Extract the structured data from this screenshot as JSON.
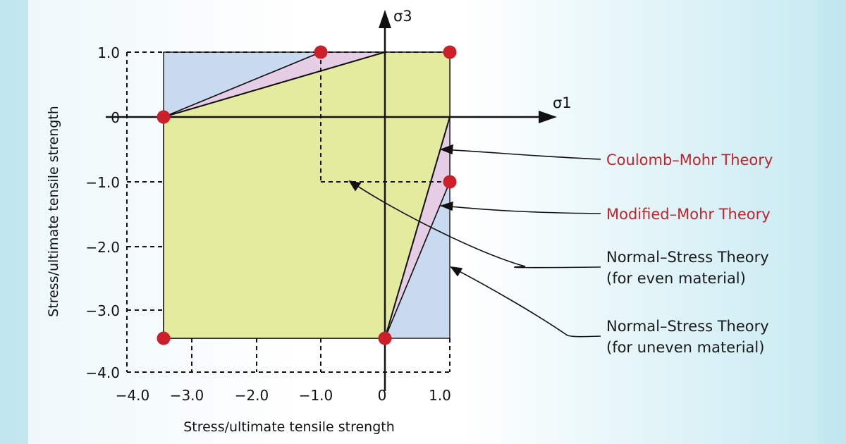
{
  "axes": {
    "x_label": "Stress/ultimate tensile strength",
    "y_label": "Stress/ultimate tensile strength",
    "sigma1_label": "σ1",
    "sigma3_label": "σ3"
  },
  "x_ticks": [
    "−4.0",
    "−3.0",
    "−2.0",
    "−1.0",
    "0",
    "1.0"
  ],
  "y_ticks": [
    "1.0",
    "0",
    "−1.0",
    "−2.0",
    "−3.0",
    "−4.0"
  ],
  "legend": [
    {
      "text": "Coulomb–Mohr Theory",
      "color": "#c0242c"
    },
    {
      "text": "Modified–Mohr Theory",
      "color": "#c0242c"
    },
    {
      "text": "Normal–Stress Theory",
      "sub": "(for even material)",
      "color": "#1a1a1a"
    },
    {
      "text": "Normal–Stress Theory",
      "sub": "(for uneven material)",
      "color": "#1a1a1a"
    }
  ],
  "colors": {
    "normal_uneven": "#c9daf0",
    "modified_mohr": "#e6cde6",
    "coulomb_mohr": "#e4ea9e",
    "marker": "#cc1f2a"
  },
  "key_points": [
    {
      "s1": -3.4,
      "s3": 0
    },
    {
      "s1": -1.0,
      "s3": 1.0
    },
    {
      "s1": 1.0,
      "s3": 1.0
    },
    {
      "s1": 1.0,
      "s3": -1.0
    },
    {
      "s1": -3.4,
      "s3": -3.4
    },
    {
      "s1": 0,
      "s3": -3.4
    }
  ]
}
